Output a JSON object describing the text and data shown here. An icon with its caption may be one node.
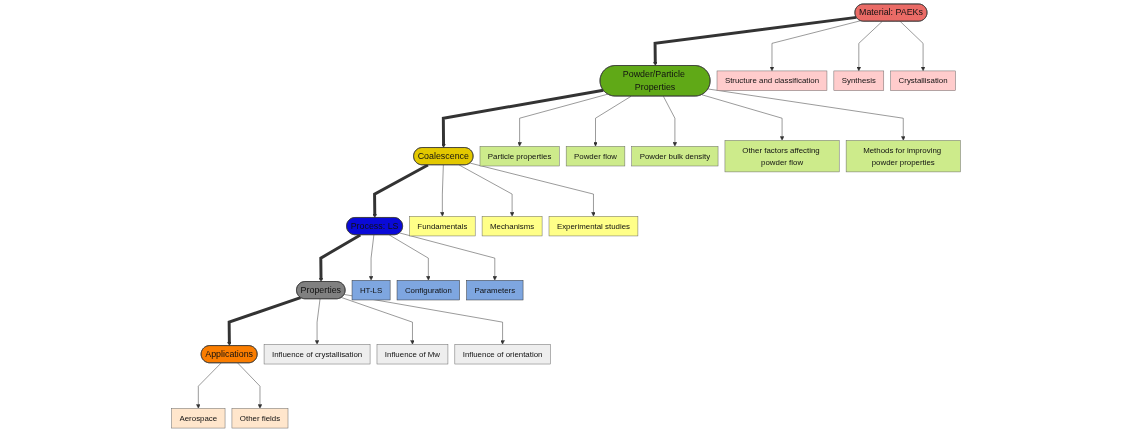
{
  "diagram": {
    "nodes": [
      {
        "text": [
          "Material: PAEKs"
        ]
      },
      {
        "text": [
          "Powder/Particle Properties"
        ]
      },
      {
        "text": [
          "Coalescence"
        ]
      },
      {
        "text": [
          "Process: LS"
        ]
      },
      {
        "text": [
          "Properties"
        ]
      },
      {
        "text": [
          "Applications"
        ]
      },
      {
        "text": [
          "Structure and classification"
        ]
      },
      {
        "text": [
          "Synthesis"
        ]
      },
      {
        "text": [
          "Crystallisation"
        ]
      },
      {
        "text": [
          "Particle properties"
        ]
      },
      {
        "text": [
          "Powder flow"
        ]
      },
      {
        "text": [
          "Powder bulk density"
        ]
      },
      {
        "text": [
          "Other factors affecting powder flow"
        ]
      },
      {
        "text": [
          "Methods for improving powder properties"
        ]
      },
      {
        "text": [
          "Fundamentals"
        ]
      },
      {
        "text": [
          "Mechanisms"
        ]
      },
      {
        "text": [
          "Experimental studies"
        ]
      },
      {
        "text": [
          "HT-LS"
        ]
      },
      {
        "text": [
          "Configuration"
        ]
      },
      {
        "text": [
          "Parameters"
        ]
      },
      {
        "text": [
          "Influence of crystallisation"
        ]
      },
      {
        "text": [
          "Influence of Mw"
        ]
      },
      {
        "text": [
          "Influence of orientation"
        ]
      },
      {
        "text": [
          "Aerospace"
        ]
      },
      {
        "text": [
          "Other fields"
        ]
      }
    ],
    "edges": [
      {
        "from": 0,
        "to": 1,
        "arrow": "to",
        "style": "thick"
      },
      {
        "from": 1,
        "to": 2,
        "arrow": "to",
        "style": "thick"
      },
      {
        "from": 2,
        "to": 3,
        "arrow": "to",
        "style": "thick"
      },
      {
        "from": 3,
        "to": 4,
        "arrow": "to",
        "style": "thick"
      },
      {
        "from": 4,
        "to": 5,
        "arrow": "to",
        "style": "thick"
      },
      {
        "from": 0,
        "to": 6,
        "arrow": "to"
      },
      {
        "from": 0,
        "to": 7,
        "arrow": "to"
      },
      {
        "from": 0,
        "to": 8,
        "arrow": "to"
      },
      {
        "from": 1,
        "to": 9,
        "arrow": "to"
      },
      {
        "from": 1,
        "to": 10,
        "arrow": "to"
      },
      {
        "from": 1,
        "to": 11,
        "arrow": "to"
      },
      {
        "from": 1,
        "to": 12,
        "arrow": "to"
      },
      {
        "from": 1,
        "to": 13,
        "arrow": "to"
      },
      {
        "from": 2,
        "to": 14,
        "arrow": "to"
      },
      {
        "from": 2,
        "to": 15,
        "arrow": "to"
      },
      {
        "from": 2,
        "to": 16,
        "arrow": "to"
      },
      {
        "from": 3,
        "to": 17,
        "arrow": "to"
      },
      {
        "from": 3,
        "to": 18,
        "arrow": "to"
      },
      {
        "from": 3,
        "to": 19,
        "arrow": "to"
      },
      {
        "from": 4,
        "to": 20,
        "arrow": "to"
      },
      {
        "from": 4,
        "to": 21,
        "arrow": "to"
      },
      {
        "from": 4,
        "to": 22,
        "arrow": "to"
      },
      {
        "from": 5,
        "to": 23,
        "arrow": "to"
      },
      {
        "from": 5,
        "to": 24,
        "arrow": "to"
      }
    ]
  }
}
